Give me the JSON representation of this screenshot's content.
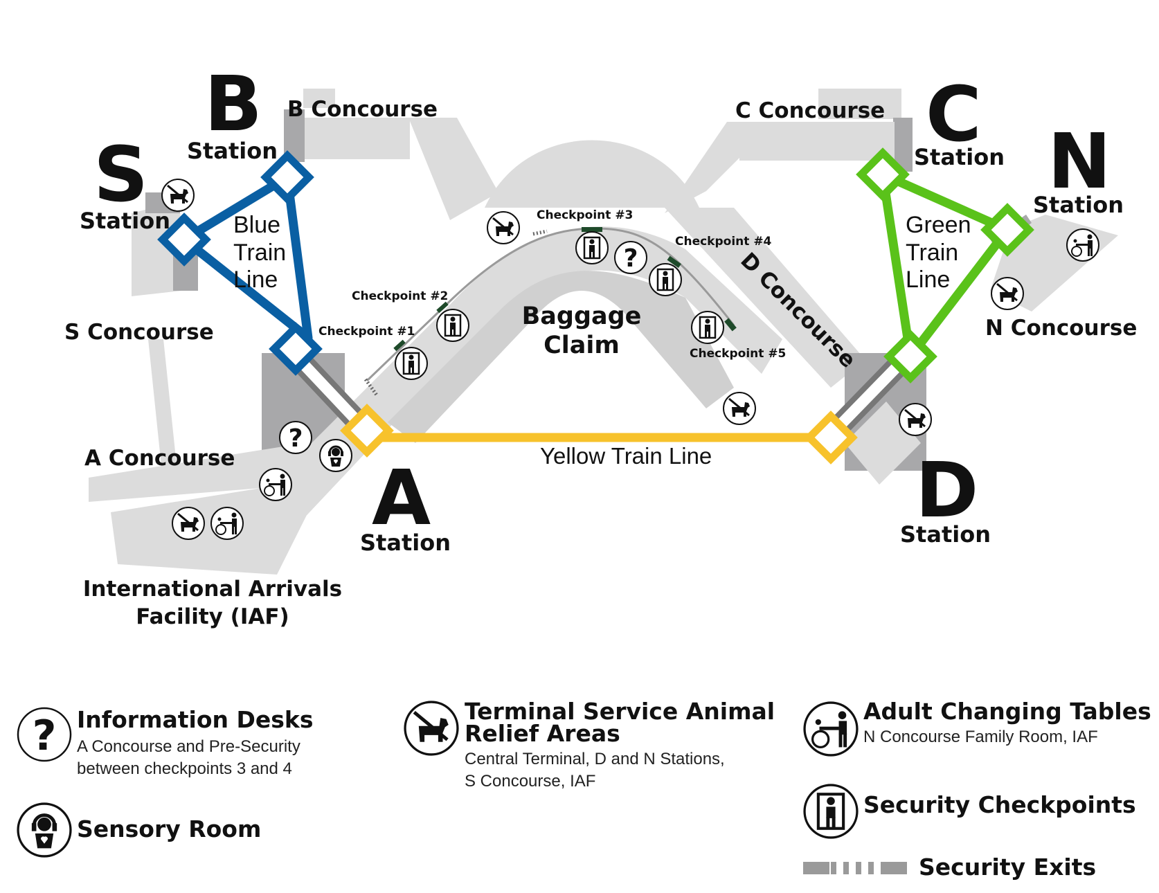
{
  "map": {
    "stations": {
      "s": {
        "letter": "S",
        "label": "Station"
      },
      "b": {
        "letter": "B",
        "label": "Station"
      },
      "c": {
        "letter": "C",
        "label": "Station"
      },
      "n": {
        "letter": "N",
        "label": "Station"
      },
      "a": {
        "letter": "A",
        "label": "Station"
      },
      "d": {
        "letter": "D",
        "label": "Station"
      }
    },
    "concourses": {
      "b": "B Concourse",
      "c": "C Concourse",
      "s": "S Concourse",
      "a": "A Concourse",
      "n": "N Concourse",
      "d": "D Concourse"
    },
    "iaf": {
      "line1": "International Arrivals",
      "line2": "Facility (IAF)"
    },
    "baggage": {
      "line1": "Baggage",
      "line2": "Claim"
    },
    "train_lines": {
      "blue": {
        "line1": "Blue",
        "line2": "Train",
        "line3": "Line",
        "color": "#0a5fa3"
      },
      "green": {
        "line1": "Green",
        "line2": "Train",
        "line3": "Line",
        "color": "#5ac21a"
      },
      "yellow": {
        "label": "Yellow Train Line",
        "color": "#f7c22c"
      }
    },
    "checkpoints": {
      "c1": "Checkpoint #1",
      "c2": "Checkpoint #2",
      "c3": "Checkpoint #3",
      "c4": "Checkpoint #4",
      "c5": "Checkpoint #5"
    }
  },
  "legend": {
    "info": {
      "title": "Information Desks",
      "line1": "A Concourse and Pre-Security",
      "line2": "between checkpoints 3 and 4",
      "icon": "question-icon"
    },
    "sensory": {
      "title": "Sensory Room",
      "icon": "headphones-person-icon"
    },
    "animal": {
      "title1": "Terminal Service Animal",
      "title2": "Relief Areas",
      "line1": "Central Terminal, D and N Stations,",
      "line2": "S Concourse, IAF",
      "icon": "service-dog-icon"
    },
    "changing": {
      "title": "Adult Changing Tables",
      "line1": "N Concourse Family Room, IAF",
      "icon": "changing-table-icon"
    },
    "security": {
      "title": "Security Checkpoints",
      "icon": "security-scanner-icon"
    },
    "exits": {
      "title": "Security Exits"
    }
  },
  "colors": {
    "building": "#dcdcdc",
    "building_dark": "#a8a8aa",
    "checkpoint": "#1e4a2a"
  }
}
